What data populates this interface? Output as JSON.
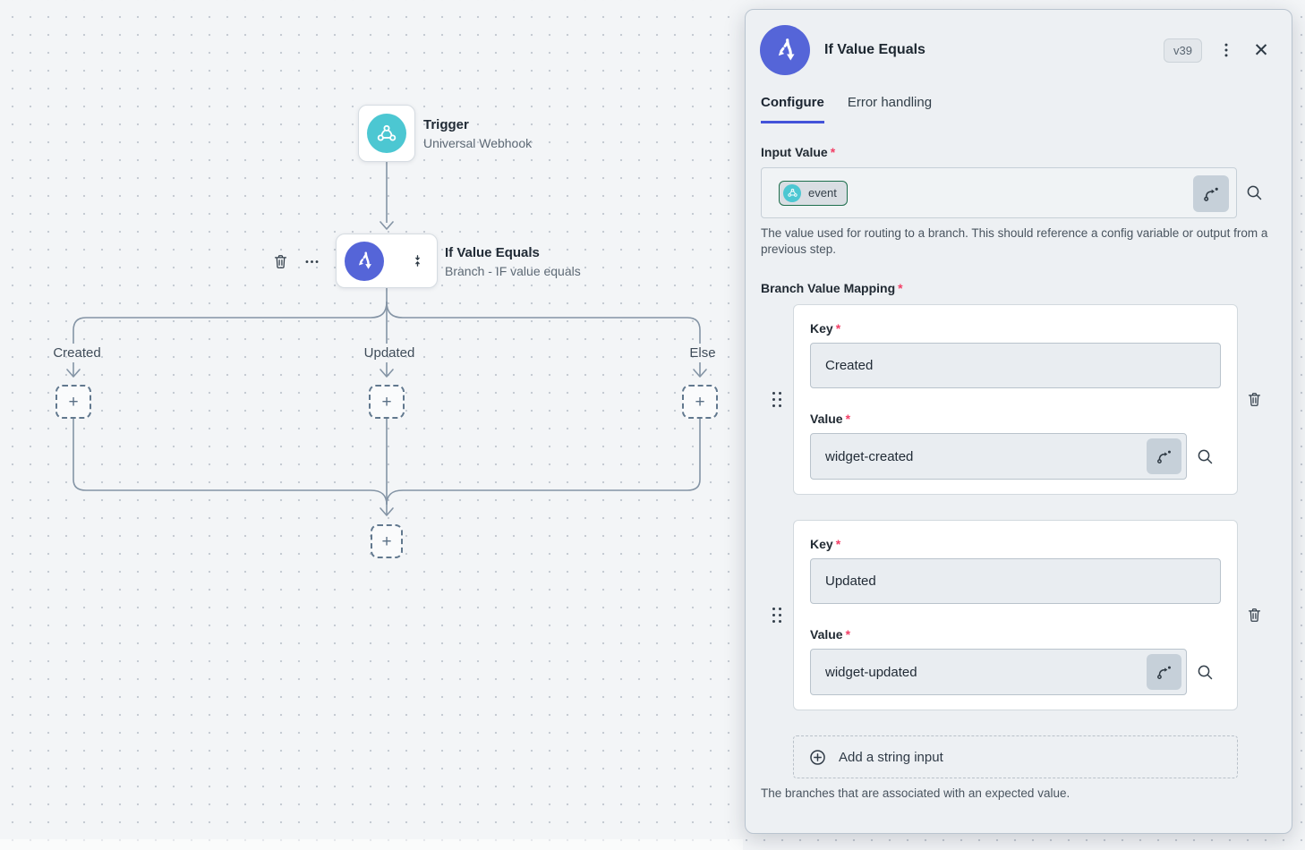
{
  "canvas": {
    "trigger_node": {
      "title": "Trigger",
      "subtitle": "Universal Webhook"
    },
    "branch_node": {
      "title": "If Value Equals",
      "subtitle": "Branch - IF value equals"
    },
    "branch_labels": {
      "b0": "Created",
      "b1": "Updated",
      "b2": "Else"
    },
    "plus": "+"
  },
  "panel": {
    "title": "If Value Equals",
    "version_badge": "v39",
    "tabs": {
      "configure": "Configure",
      "error_handling": "Error handling"
    },
    "input_value": {
      "label": "Input Value",
      "required_mark": "*",
      "chip_label": "event",
      "help": "The value used for routing to a branch. This should reference a config variable or output from a previous step."
    },
    "branch_value_mapping": {
      "label": "Branch Value Mapping",
      "required_mark": "*",
      "rows": [
        {
          "key_label": "Key",
          "key_value": "Created",
          "value_label": "Value",
          "value_value": "widget-created"
        },
        {
          "key_label": "Key",
          "key_value": "Updated",
          "value_label": "Value",
          "value_value": "widget-updated"
        }
      ],
      "add_button_label": "Add a string input",
      "help": "The branches that are associated with an expected value."
    }
  },
  "colors": {
    "accent_blue": "#5565d8",
    "teal": "#4cc7d2",
    "chip_border_green": "#1e6f4d",
    "required_red": "#f23f66",
    "connector_gray": "#8494a5",
    "tab_underline": "#4353d9",
    "panel_bg": "#edf0f3",
    "canvas_bg": "#f3f5f7"
  }
}
